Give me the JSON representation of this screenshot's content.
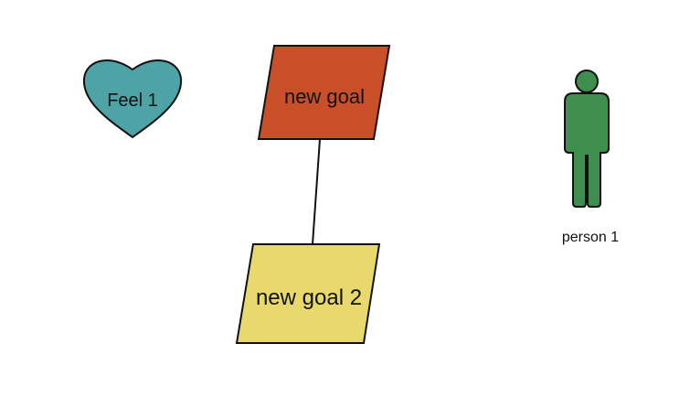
{
  "diagram": {
    "nodes": [
      {
        "id": "feel-1",
        "shape": "heart",
        "label": "Feel 1",
        "fill": "#4DA3A5",
        "stroke": "#111111"
      },
      {
        "id": "goal-1",
        "shape": "parallelogram",
        "label": "new goal",
        "fill": "#C84F28",
        "stroke": "#111111"
      },
      {
        "id": "goal-2",
        "shape": "parallelogram",
        "label": "new goal 2",
        "fill": "#E8D96C",
        "stroke": "#111111"
      },
      {
        "id": "person-1",
        "shape": "person-icon",
        "label": "person 1",
        "fill": "#3E8E4E",
        "stroke": "#111111"
      }
    ],
    "edges": [
      {
        "from": "goal-1",
        "to": "goal-2"
      }
    ]
  }
}
